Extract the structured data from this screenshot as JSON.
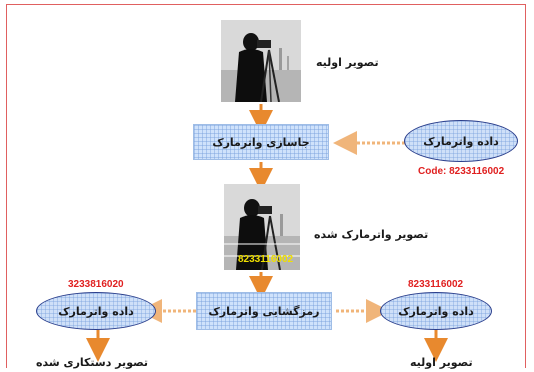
{
  "nodes": {
    "original_image_label": "تصویر اولیه",
    "embed_box": "جاسازی واترمارک",
    "watermark_data_top": "داده واترمارک",
    "code_top": "Code: 8233116002",
    "watermarked_image_label": "تصویر واترمارک شده",
    "watermarked_overlay": "8233116002",
    "decode_box": "رمزگشایی واترمارک",
    "watermark_data_left": "داده واترمارک",
    "code_left": "3233816020",
    "watermark_data_right": "داده واترمارک",
    "code_right": "8233116002",
    "tampered_image_label": "تصویر دستکاری شده",
    "original_image_label_bottom": "تصویر اولیه"
  },
  "colors": {
    "arrow_orange": "#e8892e",
    "arrow_dashed": "#f0b57a",
    "code_red": "#e02020",
    "ellipse_border": "#2b3f8c",
    "box_fill": "#cfe2fb"
  }
}
